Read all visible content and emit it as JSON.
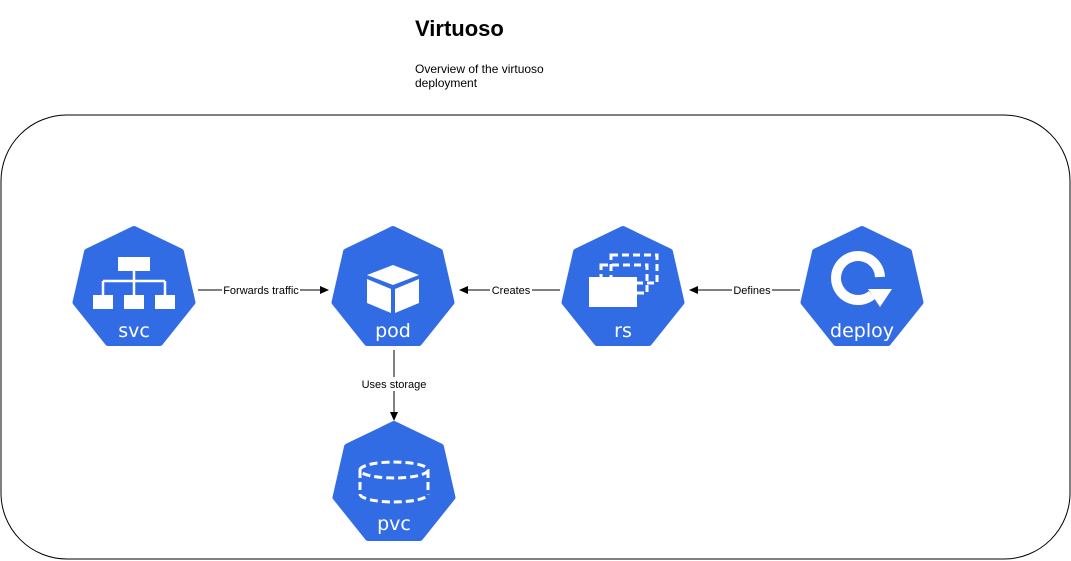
{
  "title": "Virtuoso",
  "subtitle": "Overview of the virtuoso deployment",
  "colors": {
    "node_fill": "#326CE5",
    "node_icon": "#ffffff",
    "edge": "#000000",
    "container_stroke": "#000000"
  },
  "nodes": [
    {
      "id": "svc",
      "label": "svc",
      "icon": "service-hierarchy-icon"
    },
    {
      "id": "pod",
      "label": "pod",
      "icon": "cube-icon"
    },
    {
      "id": "rs",
      "label": "rs",
      "icon": "stacked-boxes-icon"
    },
    {
      "id": "deploy",
      "label": "deploy",
      "icon": "circular-arrow-icon"
    },
    {
      "id": "pvc",
      "label": "pvc",
      "icon": "storage-cylinder-icon"
    }
  ],
  "edges": [
    {
      "from": "svc",
      "to": "pod",
      "label": "Forwards traffic"
    },
    {
      "from": "rs",
      "to": "pod",
      "label": "Creates"
    },
    {
      "from": "deploy",
      "to": "rs",
      "label": "Defines"
    },
    {
      "from": "pod",
      "to": "pvc",
      "label": "Uses storage"
    }
  ]
}
